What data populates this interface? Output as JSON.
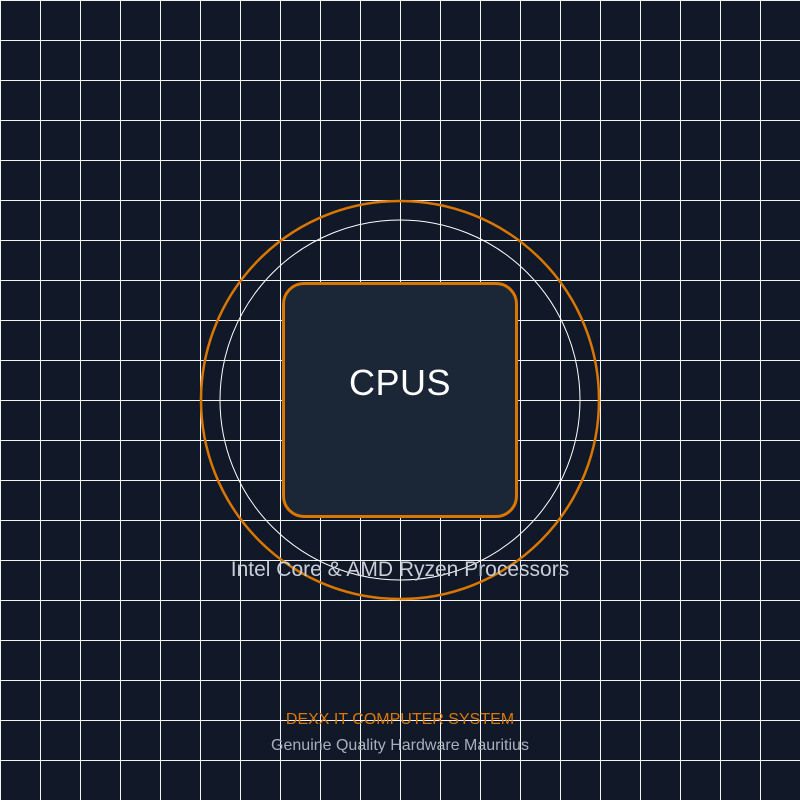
{
  "hero": {
    "chip_label": "CPUS",
    "subtitle": "Intel Core & AMD Ryzen Processors"
  },
  "footer": {
    "brand": "DEXX IT COMPUTER SYSTEM",
    "tagline": "Genuine Quality Hardware Mauritius"
  },
  "colors": {
    "background": "#111827",
    "accent": "#d97706",
    "chip_fill": "#1b2636",
    "grid_lines": "#ffffff",
    "subtitle_text": "#c8ced8",
    "tagline_text": "#a8b0bc"
  }
}
